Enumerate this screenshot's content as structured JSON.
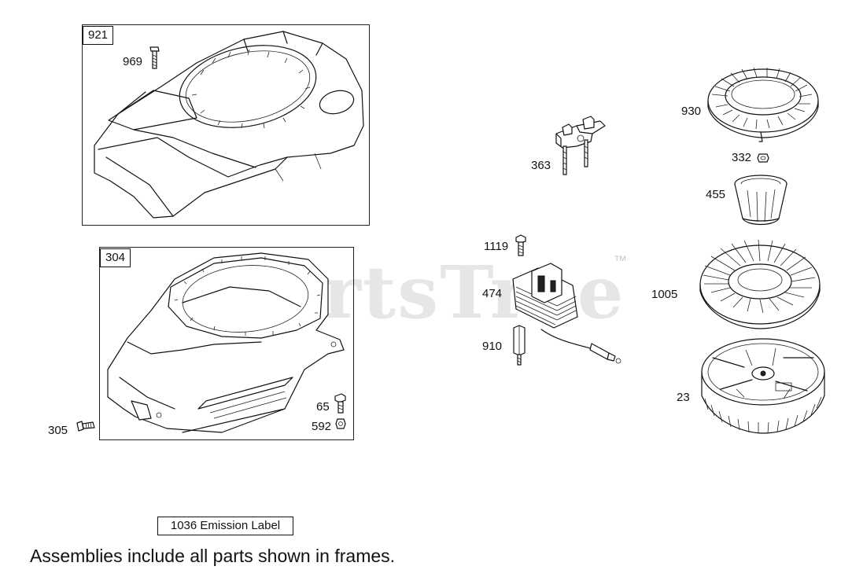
{
  "frames": {
    "blower_cover": {
      "tag": "921"
    },
    "blower_housing": {
      "tag": "304"
    }
  },
  "callouts": {
    "c969": "969",
    "c305": "305",
    "c65": "65",
    "c592": "592",
    "c363": "363",
    "c1119": "1119",
    "c474": "474",
    "c910": "910",
    "c930": "930",
    "c332": "332",
    "c455": "455",
    "c1005": "1005",
    "c23": "23"
  },
  "emission_label": "1036 Emission Label",
  "footnote": "Assemblies include all parts shown in frames.",
  "watermark": {
    "brand": "PartsTree",
    "trademark": "™"
  },
  "icons": [
    "bolt-icon",
    "nut-icon",
    "screw-icon",
    "spacer-icon"
  ],
  "colors": {
    "line": "#111111",
    "background": "#ffffff",
    "watermark": "#c8c8c8"
  }
}
